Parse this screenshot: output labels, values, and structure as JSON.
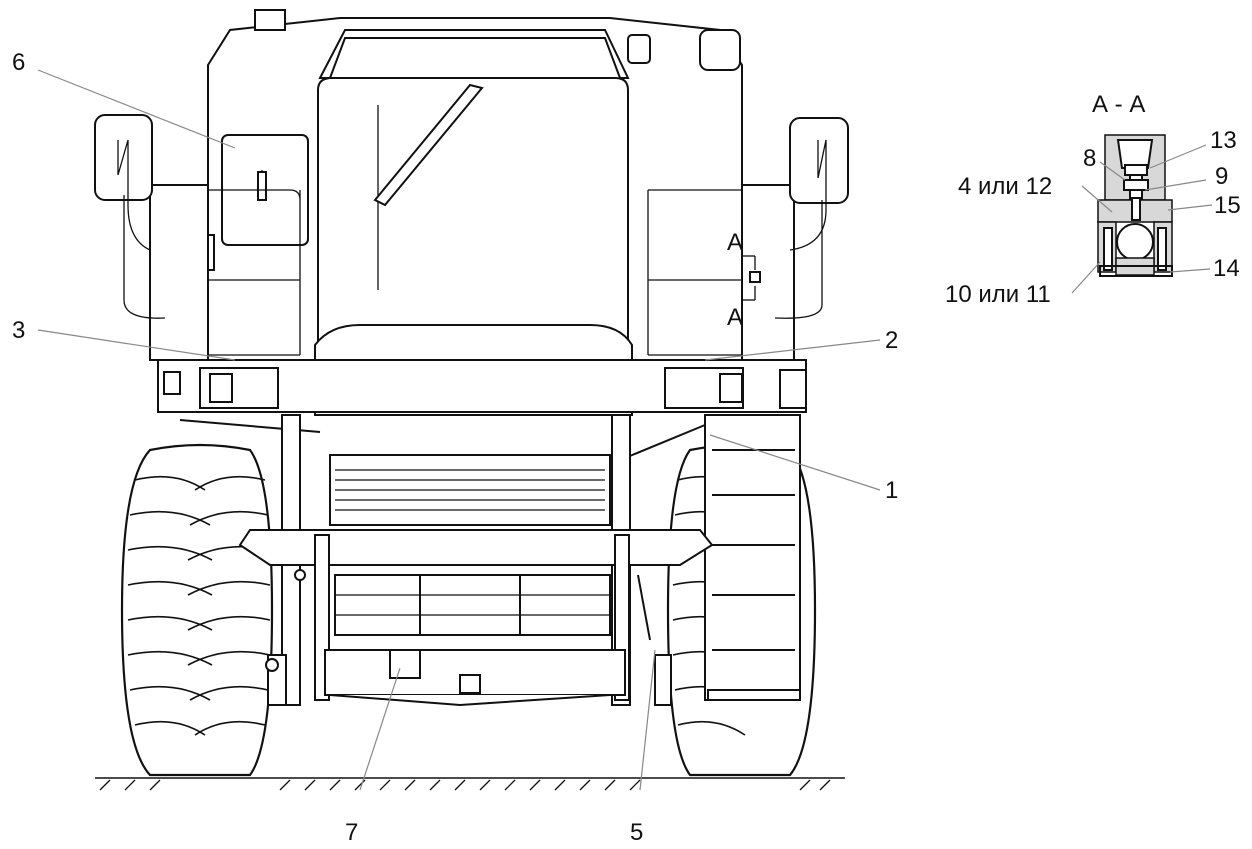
{
  "section": {
    "title": "А - А",
    "labels": {
      "l8": "8",
      "l13": "13",
      "l9": "9",
      "l4_12": "4 или 12",
      "l15": "15",
      "l10_11": "10 или 11",
      "l14": "14"
    }
  },
  "main": {
    "cut_marks": {
      "upper": "А",
      "lower": "А"
    },
    "labels": {
      "l1": "1",
      "l2": "2",
      "l3": "3",
      "l5": "5",
      "l6": "6",
      "l7": "7"
    }
  }
}
